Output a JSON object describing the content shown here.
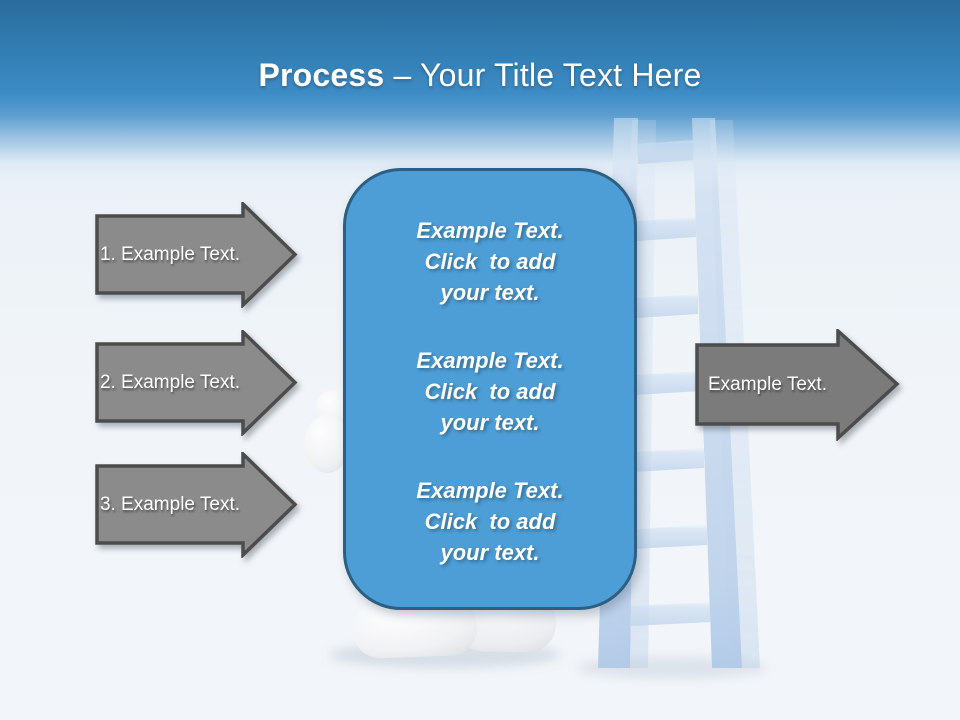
{
  "theme": {
    "header-top": "#2B6C9B",
    "content-bg": "#F1F5F9",
    "accent-blue": "#4D9ED6",
    "box-border": "#2D5F83",
    "arrow-fill": "#8B8B8B",
    "arrow-fill-dark": "#7B7B7B",
    "arrow-border": "#4C4C4C",
    "ladder-blue": "#C2D5EC"
  },
  "title": {
    "emphasis": "Process",
    "rest": "– Your Title Text Here"
  },
  "left_arrows": [
    {
      "label": "1. Example Text."
    },
    {
      "label": "2. Example Text."
    },
    {
      "label": "3. Example Text."
    }
  ],
  "right_arrow": {
    "label": "Example Text."
  },
  "center_box": {
    "paragraphs": [
      "Example Text.\nClick  to add\nyour text.",
      "Example Text.\nClick  to add\nyour text.",
      "Example Text.\nClick  to add\nyour text."
    ]
  },
  "illustration": {
    "description": "light blue ladder with white 3D figure standing behind the text box"
  }
}
